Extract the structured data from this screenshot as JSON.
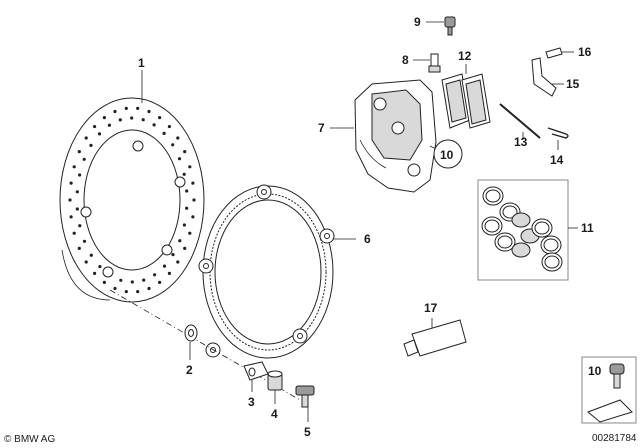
{
  "callouts": {
    "c1": "1",
    "c2": "2",
    "c3": "3",
    "c4": "4",
    "c5": "5",
    "c6": "6",
    "c7": "7",
    "c8": "8",
    "c9": "9",
    "c10": "10",
    "c11": "11",
    "c12": "12",
    "c13": "13",
    "c14": "14",
    "c15": "15",
    "c16": "16",
    "c17": "17"
  },
  "legend": {
    "part_number": "10"
  },
  "footer": {
    "copyright": "© BMW AG",
    "diagram_id": "00281784"
  }
}
